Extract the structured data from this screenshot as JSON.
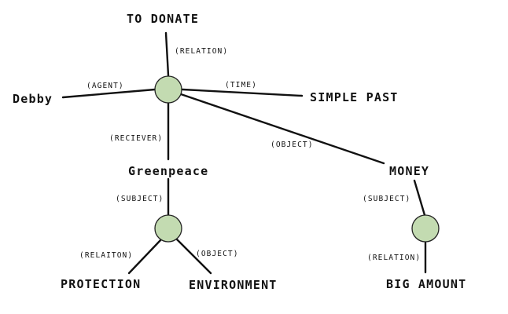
{
  "colors": {
    "node_fill": "#c3dbb1",
    "line": "#111111",
    "text": "#111111"
  },
  "concepts": {
    "to_donate": "TO DONATE",
    "debby": "Debby",
    "simple_past": "SIMPLE PAST",
    "greenpeace": "Greenpeace",
    "money": "MONEY",
    "protection": "PROTECTION",
    "environment": "ENVIRONMENT",
    "big_amount": "BIG AMOUNT"
  },
  "relations": {
    "relation_top": "(RELATION)",
    "agent": "(AGENT)",
    "time": "(TIME)",
    "reciever": "(RECIEVER)",
    "object_money": "(OBJECT)",
    "subject_greenpeace": "(SUBJECT)",
    "relaiton": "(RELAITON)",
    "object_environment": "(OBJECT)",
    "subject_money": "(SUBJECT)",
    "relation_money": "(RELATION)"
  }
}
